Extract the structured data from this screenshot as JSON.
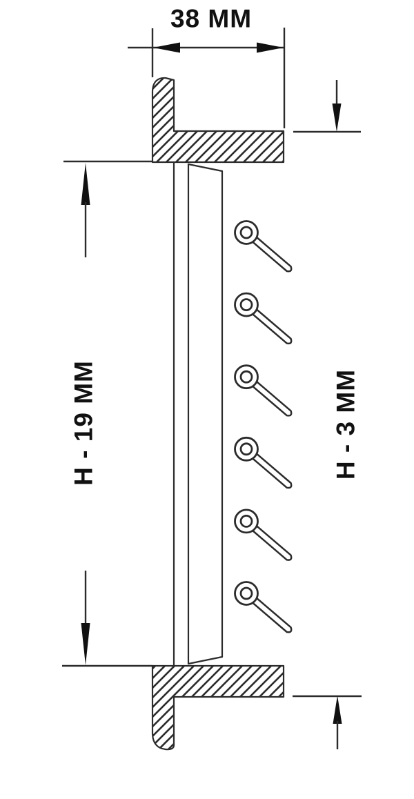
{
  "dimensions": {
    "width": {
      "label": "38 MM"
    },
    "left_height": {
      "label": "H - 19 MM"
    },
    "right_height": {
      "label": "H - 3 MM"
    }
  },
  "fasteners": {
    "count": 6,
    "icon": "screw-fastener-icon"
  },
  "colors": {
    "background": "#ffffff",
    "line": "#2b2b2b",
    "text": "#111111"
  }
}
